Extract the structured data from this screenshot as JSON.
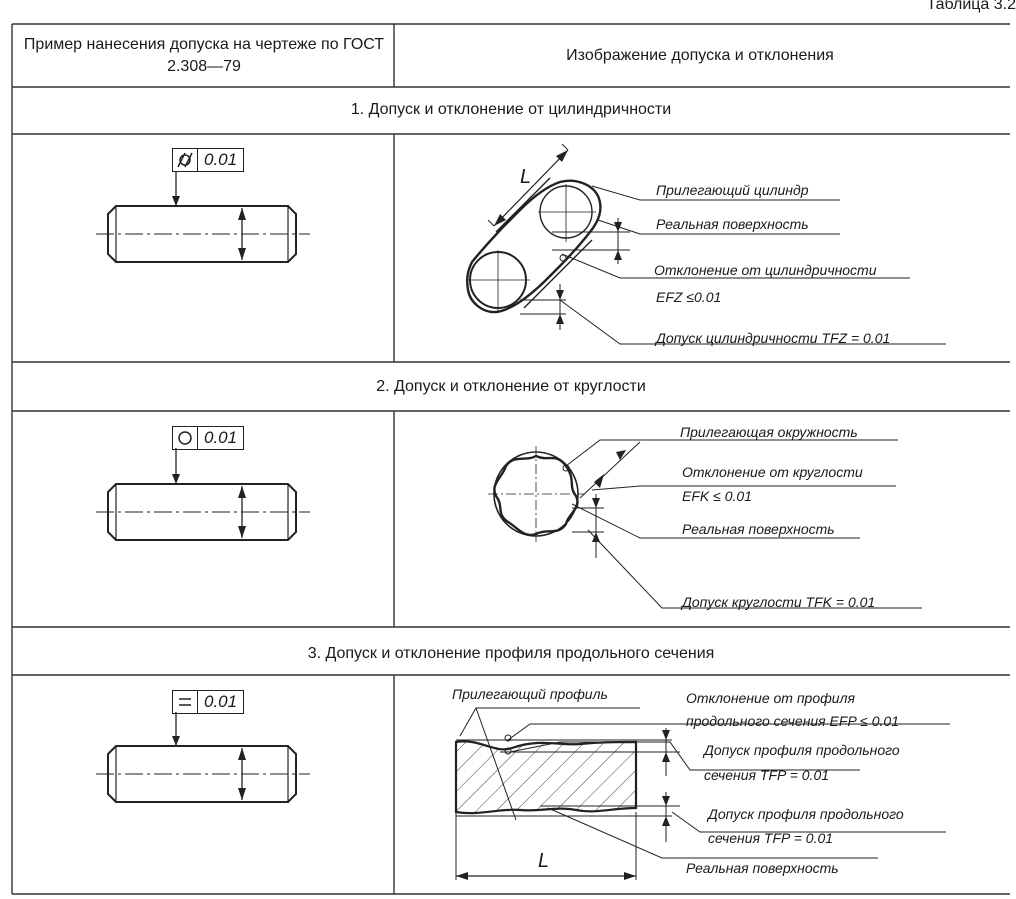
{
  "table_label": "Таблица 3.2",
  "header": {
    "col1": "Пример нанесения допуска на чертеже по ГОСТ 2.308—79",
    "col2": "Изображение допуска и отклонения"
  },
  "sections": [
    {
      "title": "1. Допуск и отклонение от цилиндричности",
      "frame_symbol": "cylindricity-symbol",
      "frame_value": "0.01",
      "dim_letter": "L",
      "labels": [
        "Прилегающий цилиндр",
        "Реальная поверхность",
        "Отклонение от цилиндричности",
        "EFZ ≤0.01",
        "Допуск цилиндричности TFZ = 0.01"
      ]
    },
    {
      "title": "2. Допуск и отклонение от круглости",
      "frame_symbol": "circle-symbol",
      "frame_value": "0.01",
      "labels": [
        "Прилегающая окружность",
        "Отклонение от круглости",
        "EFK ≤ 0.01",
        "Реальная поверхность",
        "Допуск круглости TFK = 0.01"
      ]
    },
    {
      "title": "3. Допуск и отклонение профиля продольного сечения",
      "frame_symbol": "equal-symbol",
      "frame_value": "0.01",
      "dim_letter": "L",
      "labels": [
        "Прилегающий профиль",
        "Отклонение от профиля",
        "продольного сечения EFP ≤ 0.01",
        "Допуск профиля продольного",
        "сечения TFP = 0.01",
        "Допуск профиля продольного",
        "сечения TFP = 0.01",
        "Реальная поверхность"
      ]
    }
  ]
}
